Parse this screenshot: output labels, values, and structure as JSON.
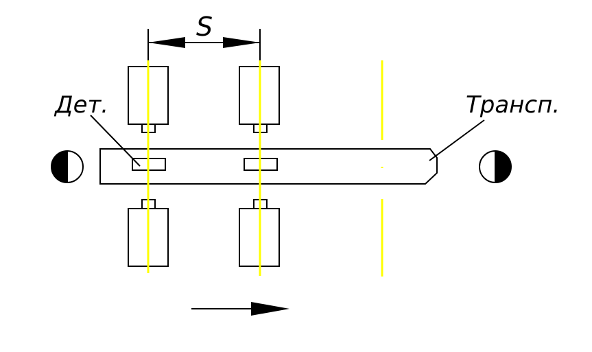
{
  "labels": {
    "spacing": "S",
    "part": "Дет.",
    "conveyor": "Трансп."
  },
  "colors": {
    "line": "#000000",
    "axis": "#ffff00",
    "background": "#ffffff"
  },
  "icons": {
    "sensors": [
      "half-filled-circle-icon",
      "half-filled-circle-icon"
    ],
    "direction": "arrow-right-icon"
  }
}
